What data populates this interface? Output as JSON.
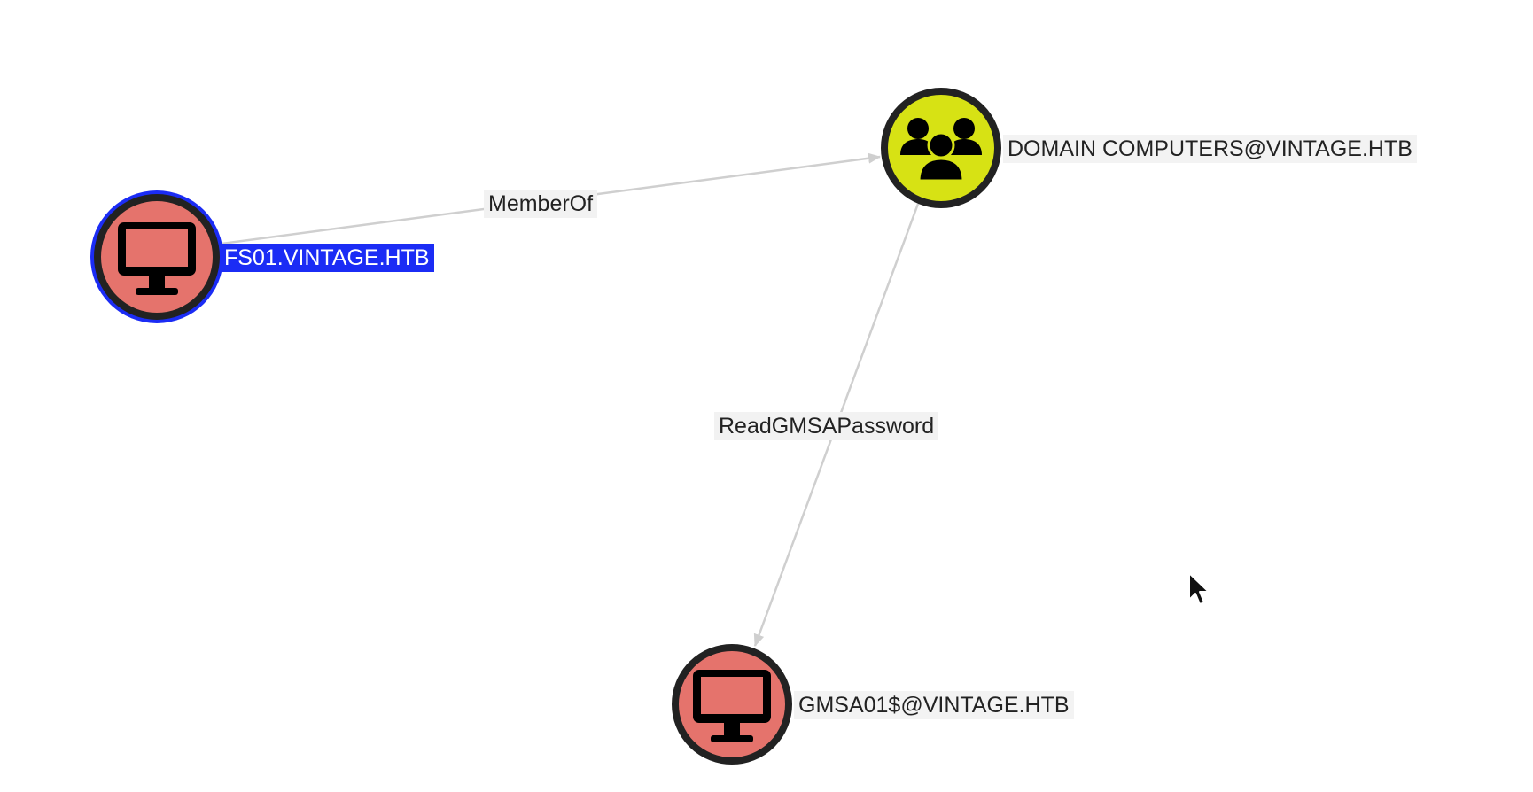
{
  "graph": {
    "nodes": [
      {
        "id": "fs01",
        "label": "FS01.VINTAGE.HTB",
        "type": "computer",
        "selected": true,
        "icon": "monitor-icon"
      },
      {
        "id": "domain-computers",
        "label": "DOMAIN COMPUTERS@VINTAGE.HTB",
        "type": "group",
        "selected": false,
        "icon": "users-group-icon"
      },
      {
        "id": "gmsa01",
        "label": "GMSA01$@VINTAGE.HTB",
        "type": "computer",
        "selected": false,
        "icon": "monitor-icon"
      }
    ],
    "edges": [
      {
        "from": "fs01",
        "to": "domain-computers",
        "label": "MemberOf"
      },
      {
        "from": "domain-computers",
        "to": "gmsa01",
        "label": "ReadGMSAPassword"
      }
    ]
  },
  "colors": {
    "computer_fill": "#e5736c",
    "group_fill": "#d7e214",
    "node_border": "#222222",
    "selection_ring": "#1b2cf5",
    "edge": "#cfcfcf"
  }
}
